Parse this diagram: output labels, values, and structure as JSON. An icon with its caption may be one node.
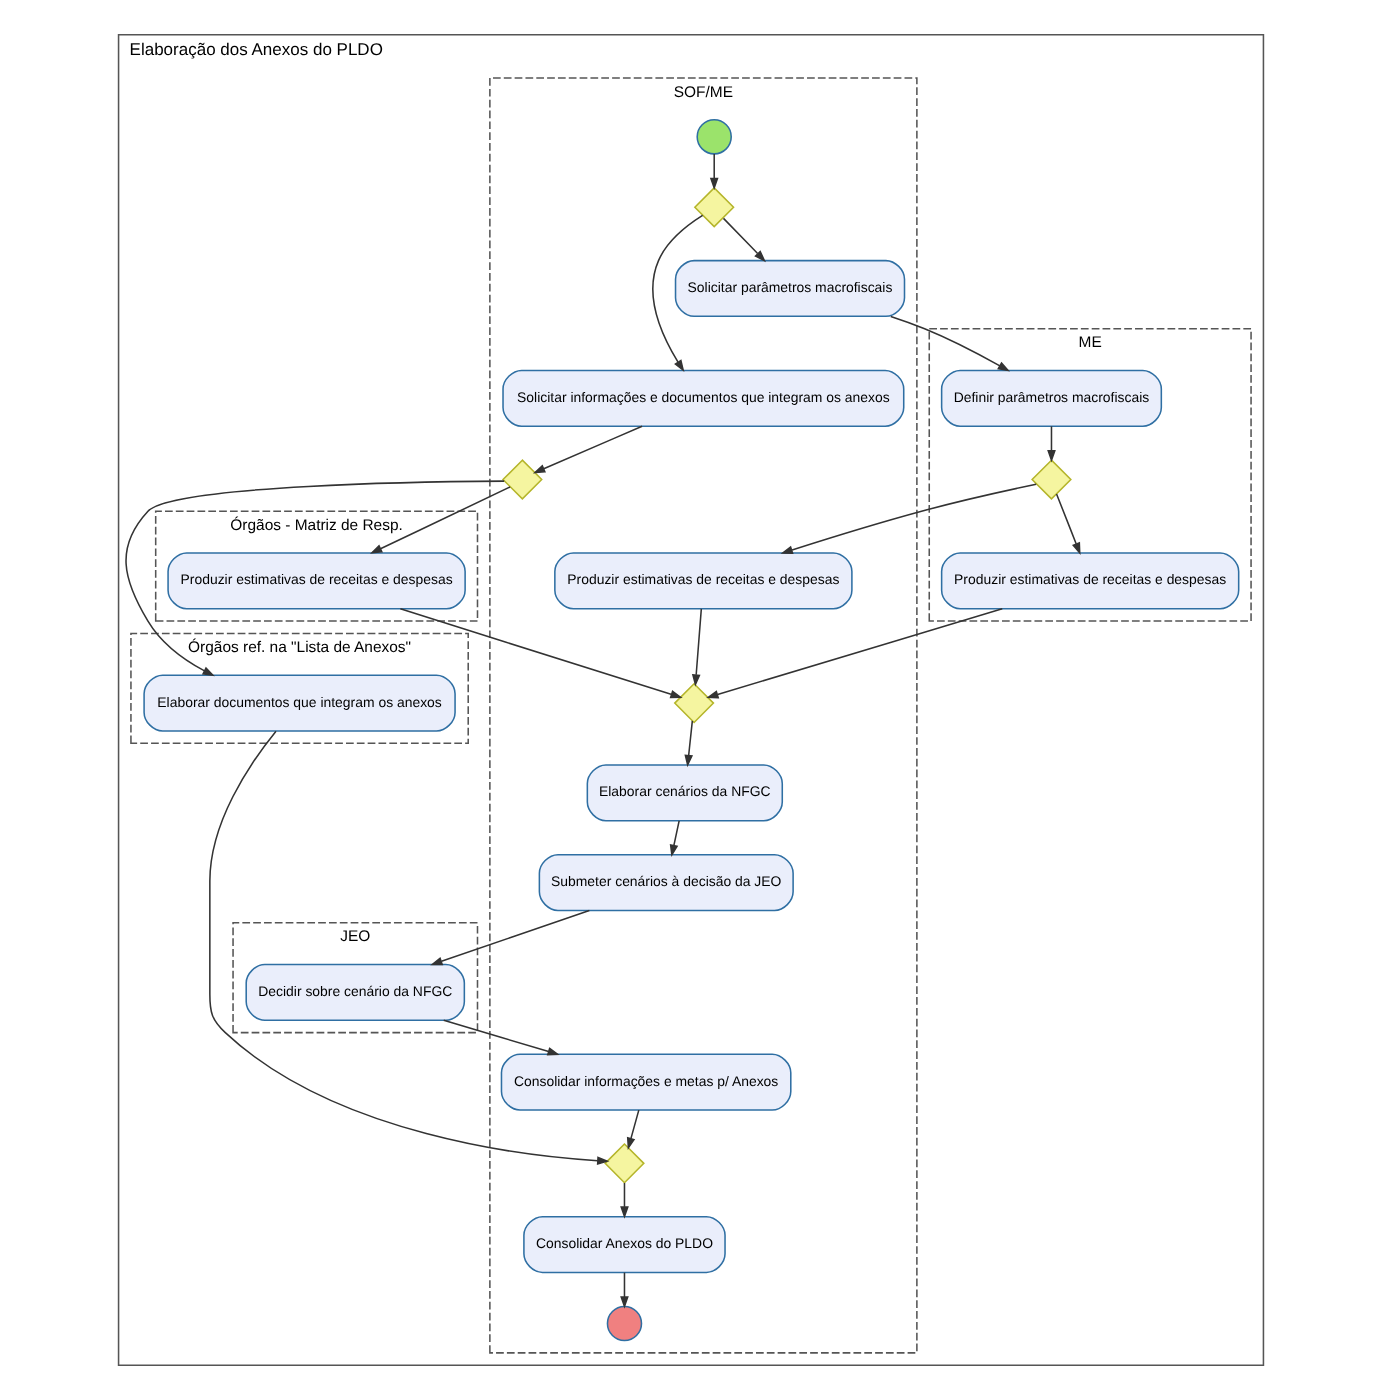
{
  "diagram": {
    "nodes": [
      {
        "text": [
          "Elaboração dos Anexos do PLDO"
        ]
      },
      {
        "text": [
          "Órgãos ref. na \"Lista de Anexos\""
        ],
        "in": 0
      },
      {
        "text": [
          "Órgãos - Matriz de Resp."
        ],
        "in": 0
      },
      {
        "text": [
          "SOF/ME"
        ],
        "in": 0
      },
      {
        "text": [
          "ME"
        ],
        "in": 0
      },
      {
        "text": [
          "JEO"
        ],
        "in": 0
      },
      {
        "text": [],
        "shape": "circle",
        "in": 3
      },
      {
        "text": [],
        "shape": "diamond",
        "in": 3
      },
      {
        "text": [
          "Solicitar informações e documentos que integram os anexos"
        ],
        "in": 3
      },
      {
        "text": [
          "Solicitar parâmetros macrofiscais"
        ],
        "in": 3
      },
      {
        "text": [
          "Definir parâmetros macrofiscais"
        ],
        "in": 4
      },
      {
        "text": [],
        "shape": "diamond",
        "in": 3
      },
      {
        "text": [],
        "shape": "diamond",
        "in": 4
      },
      {
        "text": [
          "Elaborar documentos que integram os anexos"
        ],
        "in": 1
      },
      {
        "text": [
          "Produzir estimativas de receitas e despesas"
        ],
        "in": 2
      },
      {
        "text": [
          "Produzir estimativas de receitas e despesas"
        ],
        "in": 3
      },
      {
        "text": [
          "Produzir estimativas de receitas e despesas"
        ],
        "in": 4
      },
      {
        "text": [],
        "shape": "diamond",
        "in": 3
      },
      {
        "text": [
          "Elaborar cenários da NFGC"
        ],
        "in": 3
      },
      {
        "text": [
          "Submeter cenários à decisão da JEO"
        ],
        "in": 3
      },
      {
        "text": [
          "Decidir sobre cenário da NFGC"
        ],
        "in": 5
      },
      {
        "text": [
          "Consolidar informações e metas p/ Anexos"
        ],
        "in": 3
      },
      {
        "text": [],
        "shape": "diamond",
        "in": 3
      },
      {
        "text": [
          "Consolidar Anexos do PLDO"
        ],
        "in": 3
      },
      {
        "text": [],
        "shape": "circle",
        "in": 3
      }
    ],
    "edges": [
      {
        "from": 6,
        "to": 7,
        "arrow": "to"
      },
      {
        "from": 7,
        "to": 8,
        "arrow": "to"
      },
      {
        "from": 7,
        "to": 9,
        "arrow": "to"
      },
      {
        "from": 9,
        "to": 10,
        "arrow": "to"
      },
      {
        "from": 8,
        "to": 11,
        "arrow": "to"
      },
      {
        "from": 10,
        "to": 12,
        "arrow": "to"
      },
      {
        "from": 11,
        "to": 13,
        "arrow": "to"
      },
      {
        "from": 11,
        "to": 14,
        "arrow": "to"
      },
      {
        "from": 12,
        "to": 15,
        "arrow": "to"
      },
      {
        "from": 12,
        "to": 16,
        "arrow": "to"
      },
      {
        "from": 14,
        "to": 17,
        "arrow": "to"
      },
      {
        "from": 15,
        "to": 17,
        "arrow": "to"
      },
      {
        "from": 16,
        "to": 17,
        "arrow": "to"
      },
      {
        "from": 17,
        "to": 18,
        "arrow": "to"
      },
      {
        "from": 18,
        "to": 19,
        "arrow": "to"
      },
      {
        "from": 19,
        "to": 20,
        "arrow": "to"
      },
      {
        "from": 20,
        "to": 21,
        "arrow": "to"
      },
      {
        "from": 21,
        "to": 22,
        "arrow": "to"
      },
      {
        "from": 13,
        "to": 22,
        "arrow": "to"
      },
      {
        "from": 22,
        "to": 23,
        "arrow": "to"
      },
      {
        "from": 23,
        "to": 24,
        "arrow": "to"
      }
    ]
  }
}
